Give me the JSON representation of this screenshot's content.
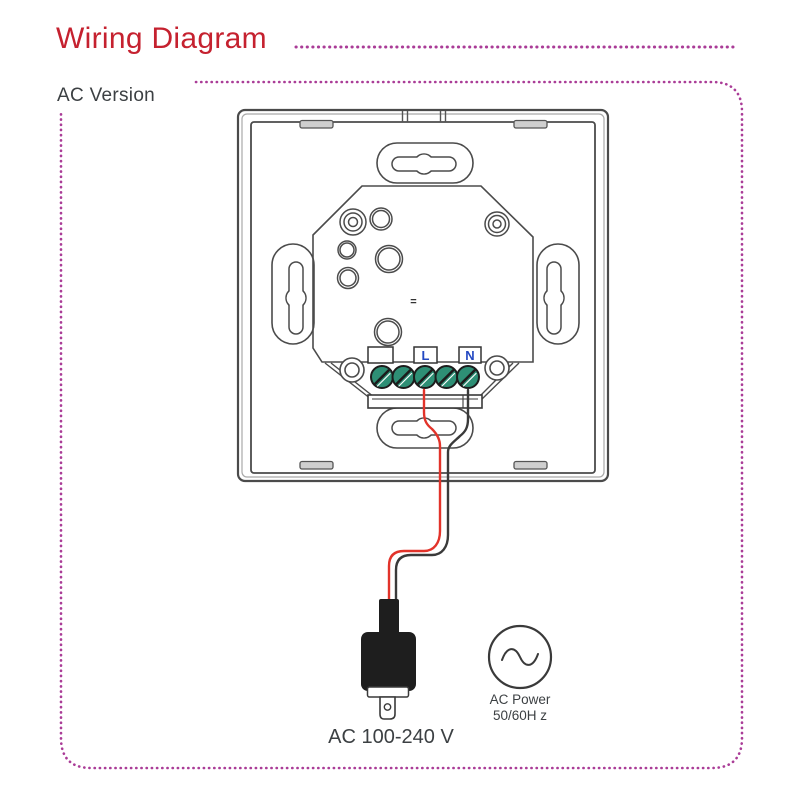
{
  "header": {
    "title": "Wiring Diagram",
    "section_label": "AC Version"
  },
  "diagram": {
    "terminal_block": {
      "labels": [
        "",
        "L",
        "N"
      ],
      "screw_count": 5
    },
    "equals_mark": "=",
    "plug_voltage_label": "AC 100-240 V",
    "ac_power_label_line1": "AC Power",
    "ac_power_label_line2": "50/60H z"
  },
  "colors": {
    "title-red": "#c5212f",
    "dot-magenta": "#aa3c97",
    "line-gray": "#4b4b4b",
    "terminal-green": "#2e8f75",
    "terminal-label-blue": "#2348c2",
    "wire-red": "#e2332a",
    "wire-black": "#3a3a3a",
    "plug-black": "#1e1e1e",
    "text-dark": "#3c4043"
  }
}
